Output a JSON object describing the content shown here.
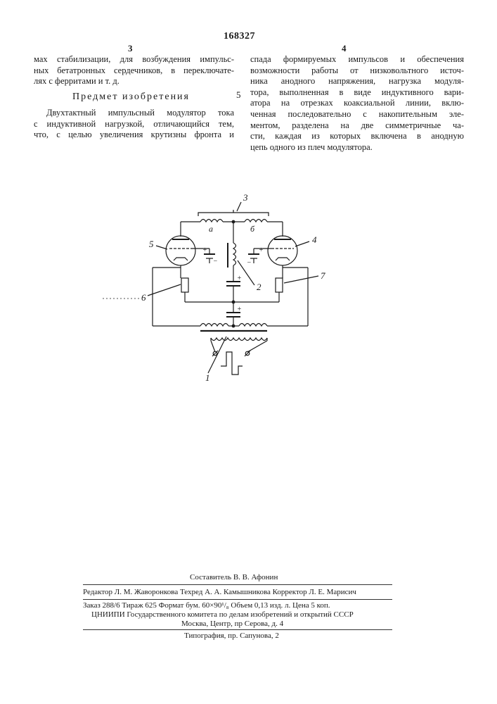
{
  "header": {
    "patent_number": "168327",
    "left_column_number": "3",
    "right_column_number": "4",
    "line_marker": "5"
  },
  "left_column": {
    "lines_before_heading": [
      "мах стабилизации, для возбуждения импульс-",
      "ных бетатронных сердечников, в переключате-",
      "лях с ферритами и т. д."
    ],
    "heading": "Предмет изобретения",
    "claim_lines": [
      "Двухтактный импульсный модулятор тока",
      "с индуктивной нагрузкой, отличающийся тем,",
      "что, с целью увеличения крутизны фронта и"
    ]
  },
  "right_column": {
    "lines": [
      "спада формируемых импульсов и обеспечения",
      "возможности работы от низковольтного источ-",
      "ника анодного напряжения, нагрузка модуля-",
      "тора, выполненная в виде индуктивного вари-",
      "атора на отрезках коаксиальной линии, вклю-",
      "ченная последовательно с накопительным эле-",
      "ментом, разделена на две симметричные ча-",
      "сти, каждая из которых включена в анодную",
      "цепь одного из плеч модулятора."
    ]
  },
  "figure": {
    "labels": {
      "l1": "1",
      "l2": "2",
      "l3": "3",
      "l4": "4",
      "l5": "5",
      "l6": "6",
      "l7": "7",
      "la": "а",
      "lb": "б",
      "plus": "+",
      "minus": "−"
    }
  },
  "imprint": {
    "compiler": "Составитель В. В. Афонин",
    "editors": "Редактор Л. М. Жаворонкова Техред А. А. Камышникова Корректор Л. Е. Марисич",
    "order": "Заказ 288/6   Тираж 625   Формат бум. 60×90¹/₈   Объем 0,13 изд. л.   Цена 5 коп.",
    "institute": "ЦНИИПИ Государственного комитета по делам изобретений и открытий СССР",
    "address": "Москва, Центр, пр Серова, д. 4",
    "printer": "Типография, пр. Сапунова, 2"
  }
}
